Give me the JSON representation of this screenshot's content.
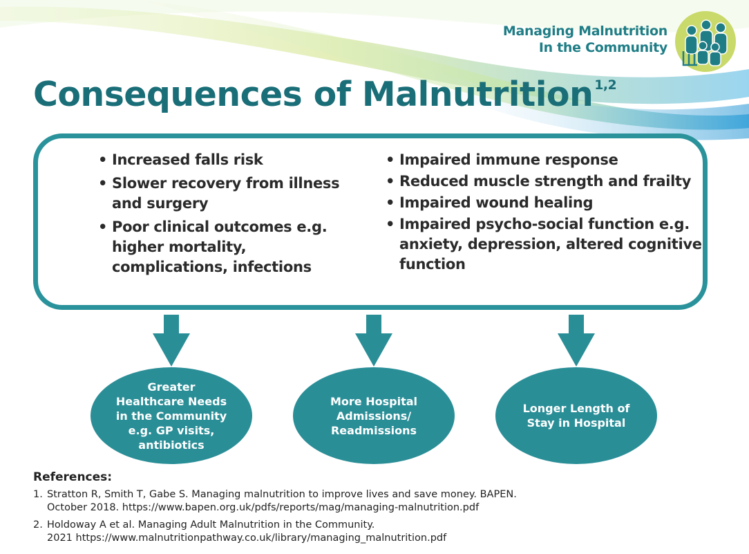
{
  "brand": {
    "line1": "Managing Malnutrition",
    "line2": "In the Community",
    "colors": {
      "teal": "#1f7d86",
      "lime": "#c9d96a",
      "blue": "#3aa0d8"
    }
  },
  "title": {
    "text": "Consequences of Malnutrition",
    "superscript": "1,2"
  },
  "consequences": {
    "left": [
      "Increased falls risk",
      "Slower recovery from illness and surgery",
      "Poor clinical outcomes e.g. higher mortality, complications, infections"
    ],
    "right": [
      "Impaired immune response",
      "Reduced muscle strength and frailty",
      "Impaired wound healing",
      "Impaired psycho-social function e.g. anxiety, depression, altered cognitive function"
    ]
  },
  "outcomes": [
    "Greater Healthcare Needs in the Community e.g. GP visits, antibiotics",
    "More Hospital Admissions/ Readmissions",
    "Longer Length of Stay in Hospital"
  ],
  "references": {
    "heading": "References:",
    "items": [
      {
        "num": "1.",
        "line1": "Stratton R, Smith T, Gabe S.  Managing malnutrition to improve lives and save money. BAPEN.",
        "line2": "October 2018.  https://www.bapen.org.uk/pdfs/reports/mag/managing-malnutrition.pdf"
      },
      {
        "num": "2.",
        "line1": "Holdoway A et al. Managing Adult Malnutrition in the Community.",
        "line2": "2021 https://www.malnutritionpathway.co.uk/library/managing_malnutrition.pdf"
      }
    ]
  }
}
